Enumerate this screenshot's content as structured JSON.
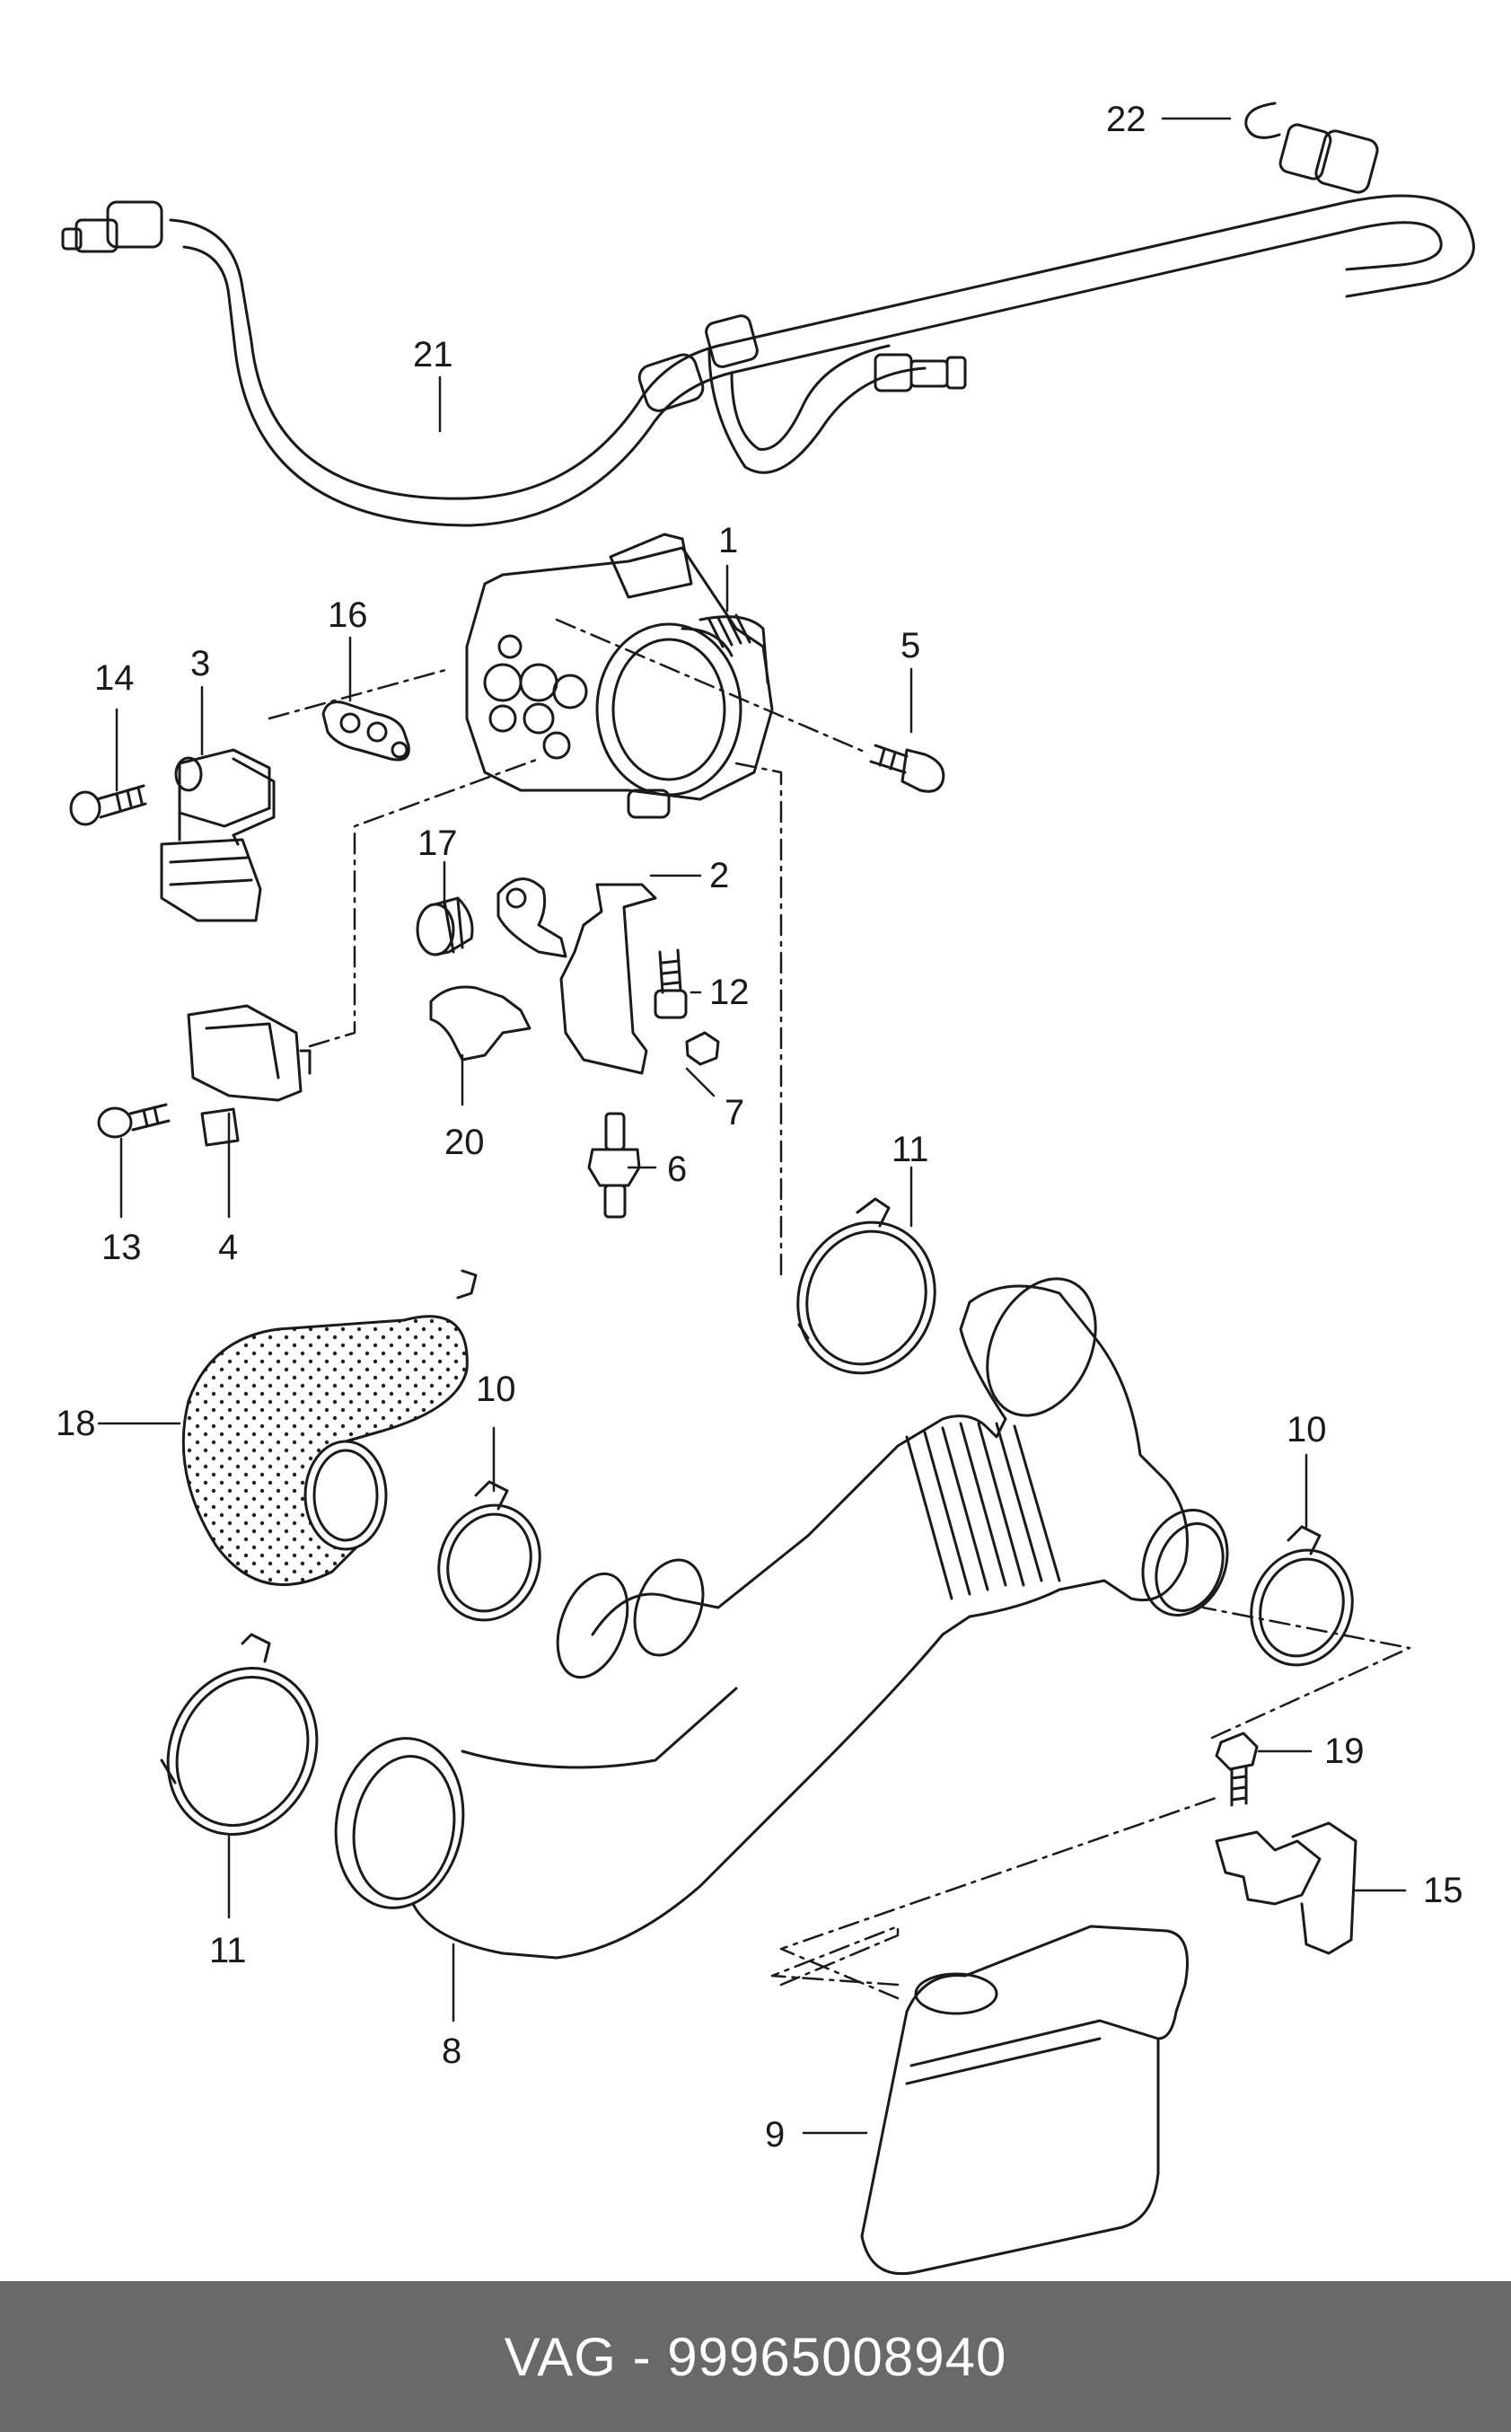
{
  "diagram": {
    "callouts": [
      {
        "id": "c1",
        "text": "1"
      },
      {
        "id": "c2",
        "text": "2"
      },
      {
        "id": "c3",
        "text": "3"
      },
      {
        "id": "c4",
        "text": "4"
      },
      {
        "id": "c5",
        "text": "5"
      },
      {
        "id": "c6",
        "text": "6"
      },
      {
        "id": "c7",
        "text": "7"
      },
      {
        "id": "c8",
        "text": "8"
      },
      {
        "id": "c9",
        "text": "9"
      },
      {
        "id": "c10a",
        "text": "10"
      },
      {
        "id": "c10b",
        "text": "10"
      },
      {
        "id": "c11a",
        "text": "11"
      },
      {
        "id": "c11b",
        "text": "11"
      },
      {
        "id": "c12",
        "text": "12"
      },
      {
        "id": "c13",
        "text": "13"
      },
      {
        "id": "c14",
        "text": "14"
      },
      {
        "id": "c15",
        "text": "15"
      },
      {
        "id": "c16",
        "text": "16"
      },
      {
        "id": "c17",
        "text": "17"
      },
      {
        "id": "c18",
        "text": "18"
      },
      {
        "id": "c19",
        "text": "19"
      },
      {
        "id": "c20",
        "text": "20"
      },
      {
        "id": "c21",
        "text": "21"
      },
      {
        "id": "c22",
        "text": "22"
      }
    ]
  },
  "footer": {
    "text": "VAG - 99965008940",
    "background": "#696969",
    "color": "#ffffff"
  }
}
